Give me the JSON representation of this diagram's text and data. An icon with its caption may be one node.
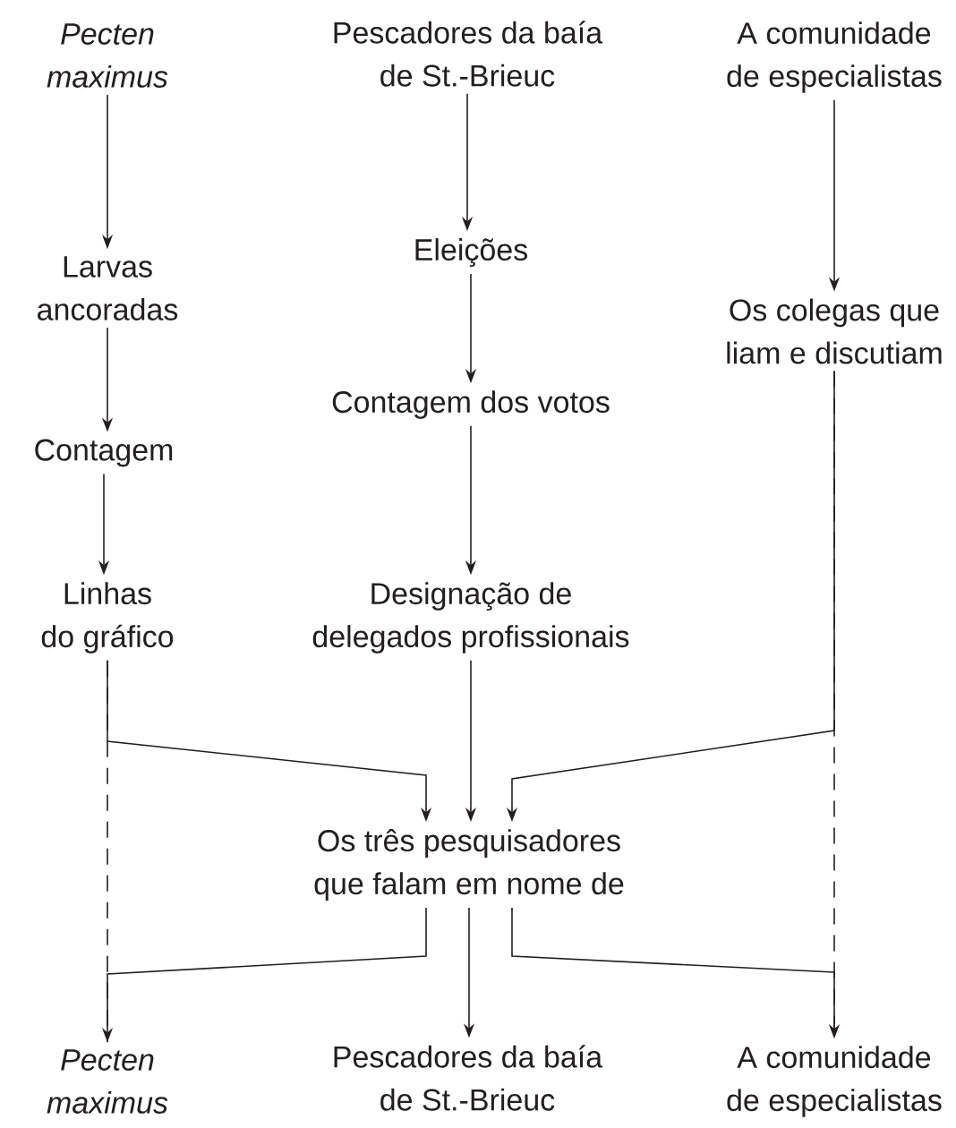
{
  "diagram": {
    "nodes": [
      {
        "text": [
          "Pecten maximus"
        ]
      },
      {
        "text": [
          "Pescadores da baía de St.-Brieuc"
        ]
      },
      {
        "text": [
          "A comunidade de especialistas"
        ]
      },
      {
        "text": [
          "Larvas ancoradas"
        ]
      },
      {
        "text": [
          "Eleições"
        ]
      },
      {
        "text": [
          "Os colegas que liam e discutiam"
        ]
      },
      {
        "text": [
          "Contagem"
        ]
      },
      {
        "text": [
          "Contagem dos votos"
        ]
      },
      {
        "text": [
          "Linhas do gráfico"
        ]
      },
      {
        "text": [
          "Designação de delegados profissionais"
        ]
      },
      {
        "text": [
          "Os três pesquisadores que falam em nome de"
        ]
      },
      {
        "text": [
          "Pecten maximus"
        ]
      },
      {
        "text": [
          "Pescadores da baía de St.-Brieuc"
        ]
      },
      {
        "text": [
          "A comunidade de especialistas"
        ]
      }
    ],
    "edges": [
      {
        "from": 0,
        "to": 3,
        "arrow": "to"
      },
      {
        "from": 3,
        "to": 6,
        "arrow": "to"
      },
      {
        "from": 6,
        "to": 8,
        "arrow": "to"
      },
      {
        "from": 8,
        "to": 10,
        "arrow": "to"
      },
      {
        "from": 1,
        "to": 4,
        "arrow": "to"
      },
      {
        "from": 4,
        "to": 7,
        "arrow": "to"
      },
      {
        "from": 7,
        "to": 9,
        "arrow": "to"
      },
      {
        "from": 9,
        "to": 10,
        "arrow": "to"
      },
      {
        "from": 2,
        "to": 5,
        "arrow": "to"
      },
      {
        "from": 5,
        "to": 10,
        "arrow": "to"
      },
      {
        "from": 10,
        "to": 11,
        "arrow": "to"
      },
      {
        "from": 10,
        "to": 12,
        "arrow": "to"
      },
      {
        "from": 10,
        "to": 13,
        "arrow": "to"
      },
      {
        "from": 8,
        "to": 11,
        "arrow": "none",
        "style": "dashed"
      },
      {
        "from": 5,
        "to": 13,
        "arrow": "none",
        "style": "dashed"
      }
    ]
  }
}
